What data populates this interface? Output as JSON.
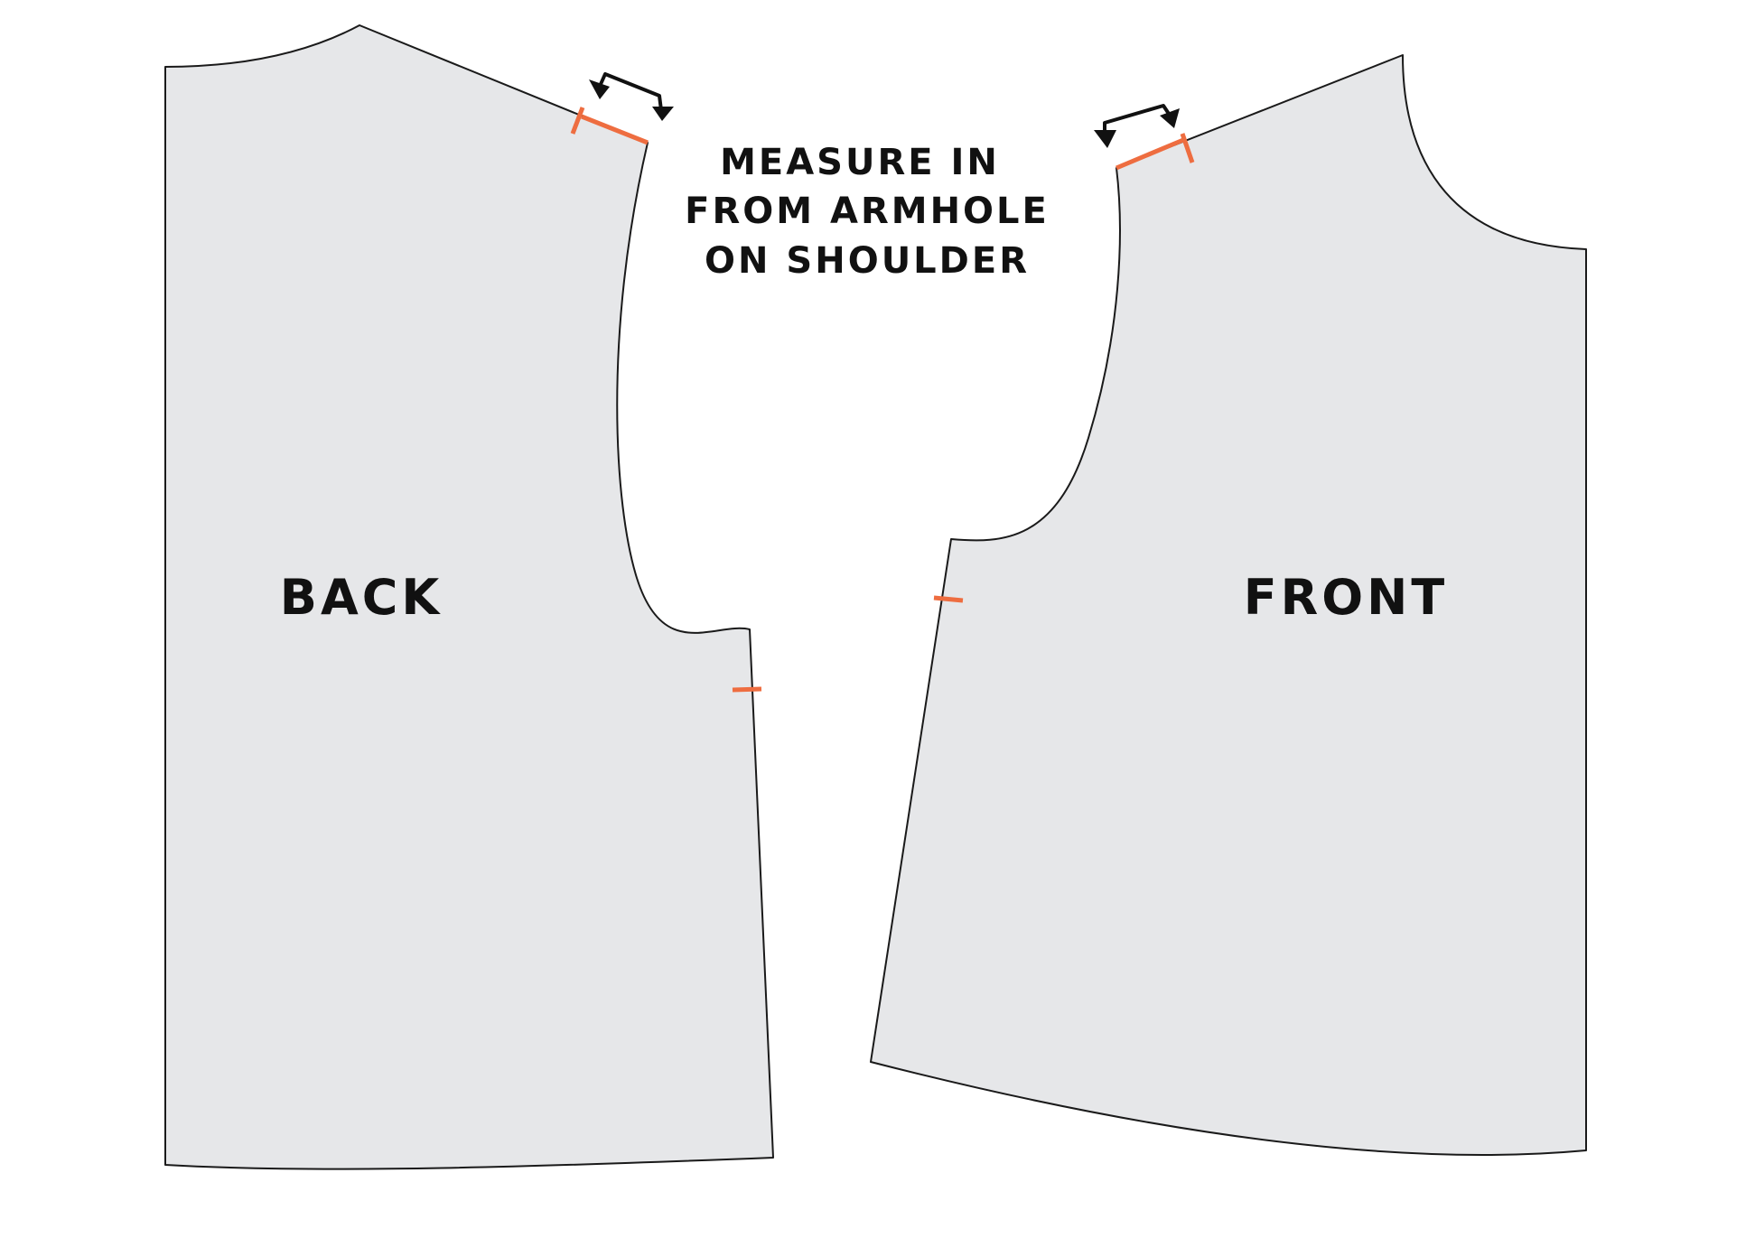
{
  "diagram": {
    "instruction_lines": [
      "MEASURE IN",
      "FROM ARMHOLE",
      "ON SHOULDER"
    ],
    "pieces": {
      "back": {
        "label": "BACK"
      },
      "front": {
        "label": "FRONT"
      }
    },
    "colors": {
      "piece_fill": "#e6e7e9",
      "outline": "#1a1a1a",
      "marker": "#ee6d40",
      "arrow": "#111111",
      "text": "#111111",
      "background": "#ffffff"
    }
  }
}
